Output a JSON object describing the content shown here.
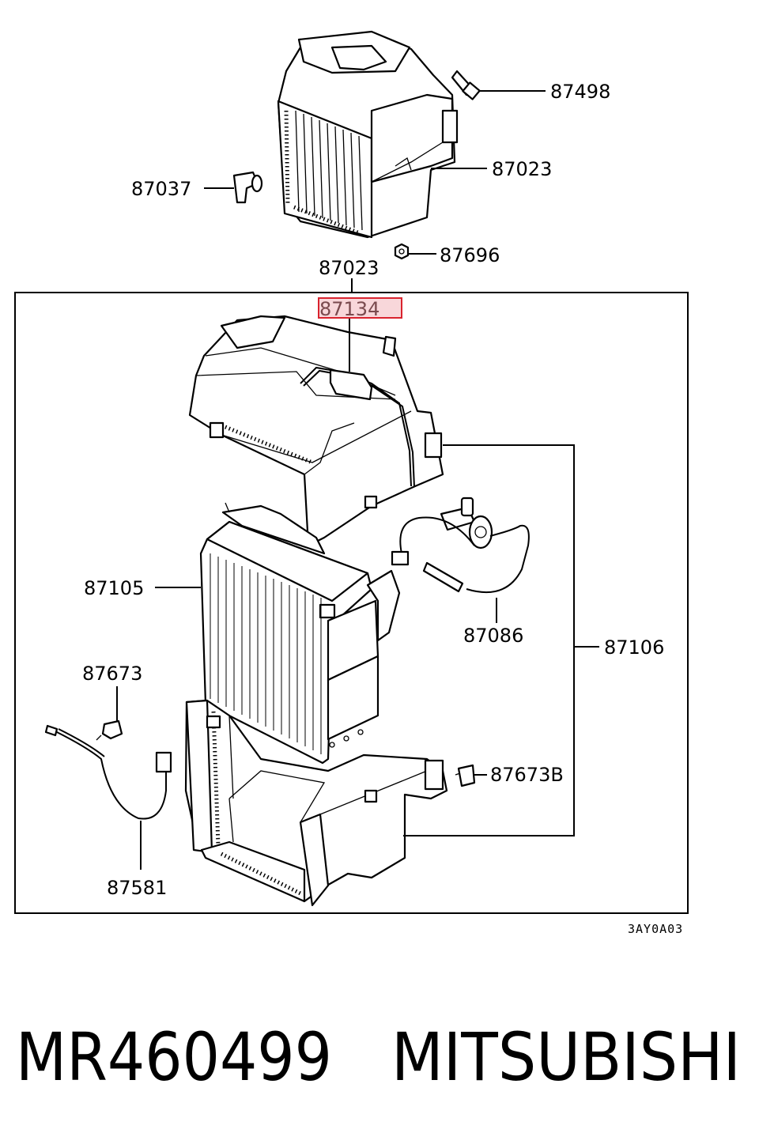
{
  "callouts": {
    "c87498": "87498",
    "c87023_top": "87023",
    "c87037": "87037",
    "c87696": "87696",
    "c87023_box": "87023",
    "c87134": "87134",
    "c87105": "87105",
    "c87086": "87086",
    "c87106": "87106",
    "c87673": "87673",
    "c87673B": "87673B",
    "c87581": "87581"
  },
  "diagram_code": "3AY0A03",
  "part_number": "MR460499",
  "brand": "MITSUBISHI",
  "colors": {
    "highlight_border": "#d9232e",
    "highlight_fill": "#f8d7da",
    "line": "#000000",
    "background": "#ffffff"
  }
}
